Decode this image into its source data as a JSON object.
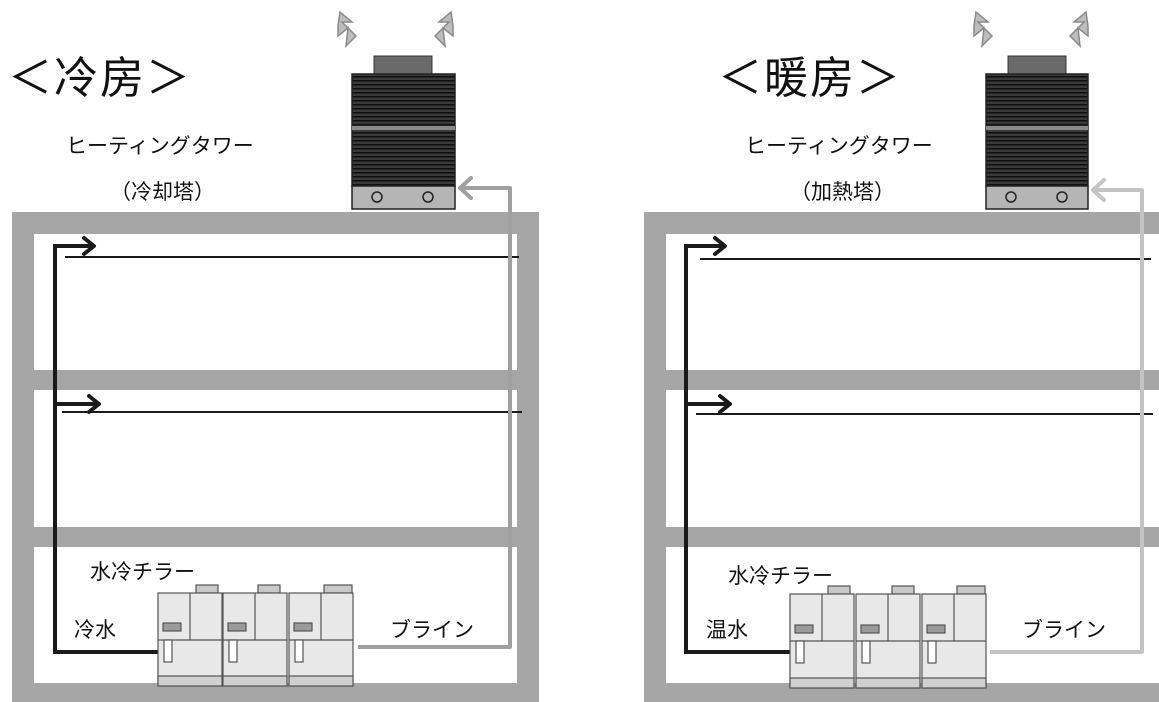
{
  "panels": [
    {
      "id": "cooling",
      "title": "＜冷房＞",
      "tower_name": "ヒーティングタワー",
      "tower_role": "（冷却塔）",
      "chiller_label": "水冷チラー",
      "water_label": "冷水",
      "brine_label": "ブライン"
    },
    {
      "id": "heating",
      "title": "＜暖房＞",
      "tower_name": "ヒーティングタワー",
      "tower_role": "（加熱塔）",
      "chiller_label": "水冷チラー",
      "water_label": "温水",
      "brine_label": "ブライン"
    }
  ],
  "colors": {
    "building_frame": "#a6a6a6",
    "water_pipe": "#1a1a1a",
    "brine_pipe": "#a0a0a0",
    "exhaust_arrow": "#b0b0b0",
    "tower_body": "#2b2b2b",
    "chiller_body": "#e6e6e6"
  },
  "icons": {
    "exhaust": "exhaust-arrow-icon",
    "tower": "heating-tower-icon",
    "chiller": "water-cooled-chiller-icon",
    "flow": "flow-arrow-icon"
  }
}
